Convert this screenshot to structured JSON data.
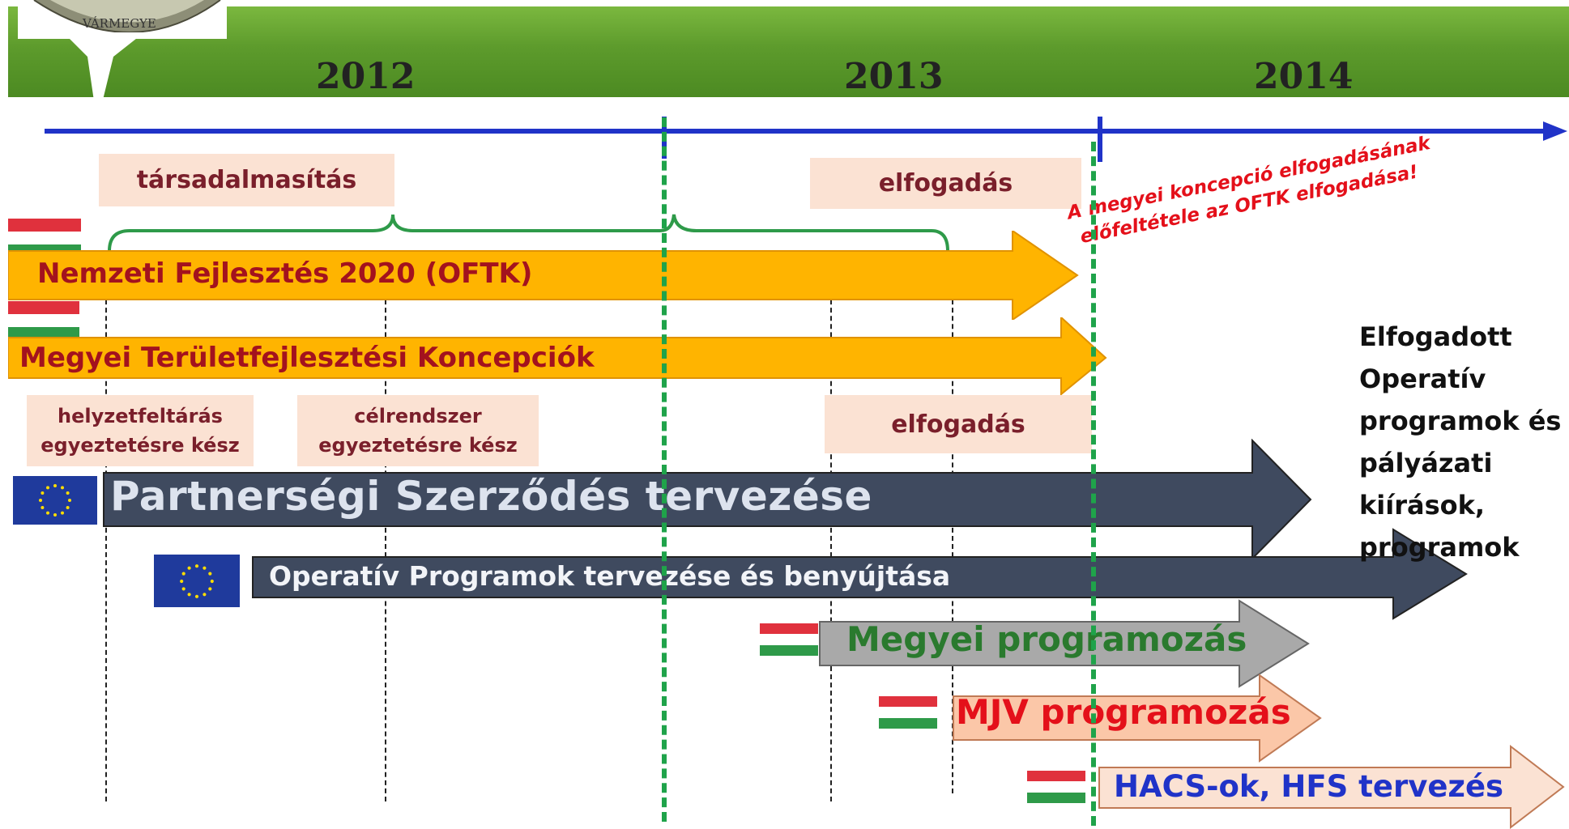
{
  "header": {
    "years": [
      "2012",
      "2013",
      "2014"
    ],
    "logo_text": "VÁRMEGYE"
  },
  "labels": {
    "tarsadalmasitas": "társadalmasítás",
    "elfogadas_top": "elfogadás",
    "elfogadas_mid": "elfogadás",
    "helyzet_line1": "helyzetfeltárás",
    "helyzet_line2": "egyeztetésre kész",
    "celrendszer_line1": "célrendszer",
    "celrendszer_line2": "egyeztetésre kész",
    "note_line1": "A megyei koncepció elfogadásának",
    "note_line2": "előfeltétele az OFTK elfogadása!"
  },
  "arrows": {
    "oftk": "Nemzeti Fejlesztés 2020 (OFTK)",
    "koncepciok": "Megyei Területfejlesztési Koncepciók",
    "partnerseg": "Partnerségi Szerződés tervezése",
    "operativ": "Operatív Programok tervezése és benyújtása",
    "megyei": "Megyei programozás",
    "mjv": "MJV programozás",
    "hacs": "HACS-ok, HFS tervezés"
  },
  "result": {
    "lines": [
      "Elfogadott",
      "Operatív",
      "programok és",
      "pályázati",
      "kiírások,",
      "programok"
    ]
  },
  "colors": {
    "timeline_blue": "#2033c8",
    "green_bar": "#5f9e2f",
    "amber": "#ffb400",
    "slate": "#3f4a5f",
    "gray": "#a9a9a9",
    "peach": "#fbc7a8",
    "hu_red": "#e0313d",
    "hu_green": "#2e9a49",
    "eu_blue": "#1f3a9c"
  },
  "icons": [
    "hungarian-flag-icon",
    "eu-flag-icon",
    "county-seal-logo"
  ]
}
